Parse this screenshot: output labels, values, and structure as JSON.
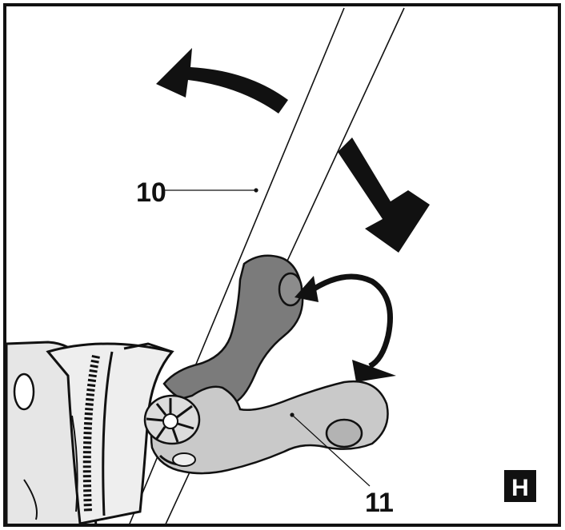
{
  "callouts": {
    "handle_tube": {
      "number": "10"
    },
    "clamp_lever": {
      "number": "11"
    }
  },
  "panel_badge": {
    "letter": "H"
  },
  "colors": {
    "frame": "#111111",
    "lever_dark": "#7b7b7b",
    "lever_light": "#c9c9c9",
    "housing": "#e3e3e3",
    "arrow": "#111111",
    "background": "#ffffff"
  },
  "icons": {
    "rotate_back_arrow": "curved-arrow-up-left",
    "rotate_down_arrow": "arrow-down-right",
    "lever_swing_arrow": "curved-arrow-clockwise"
  }
}
